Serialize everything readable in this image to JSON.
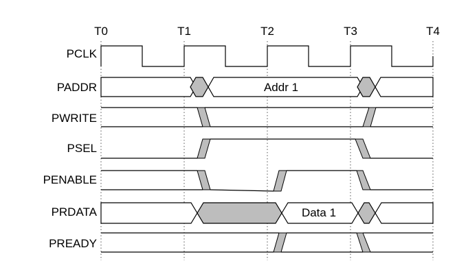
{
  "time_markers": [
    "T0",
    "T1",
    "T2",
    "T3",
    "T4"
  ],
  "signals": {
    "pclk": "PCLK",
    "paddr": "PADDR",
    "pwrite": "PWRITE",
    "psel": "PSEL",
    "penable": "PENABLE",
    "prdata": "PRDATA",
    "pready": "PREADY"
  },
  "bus_values": {
    "paddr": "Addr 1",
    "prdata": "Data 1"
  }
}
